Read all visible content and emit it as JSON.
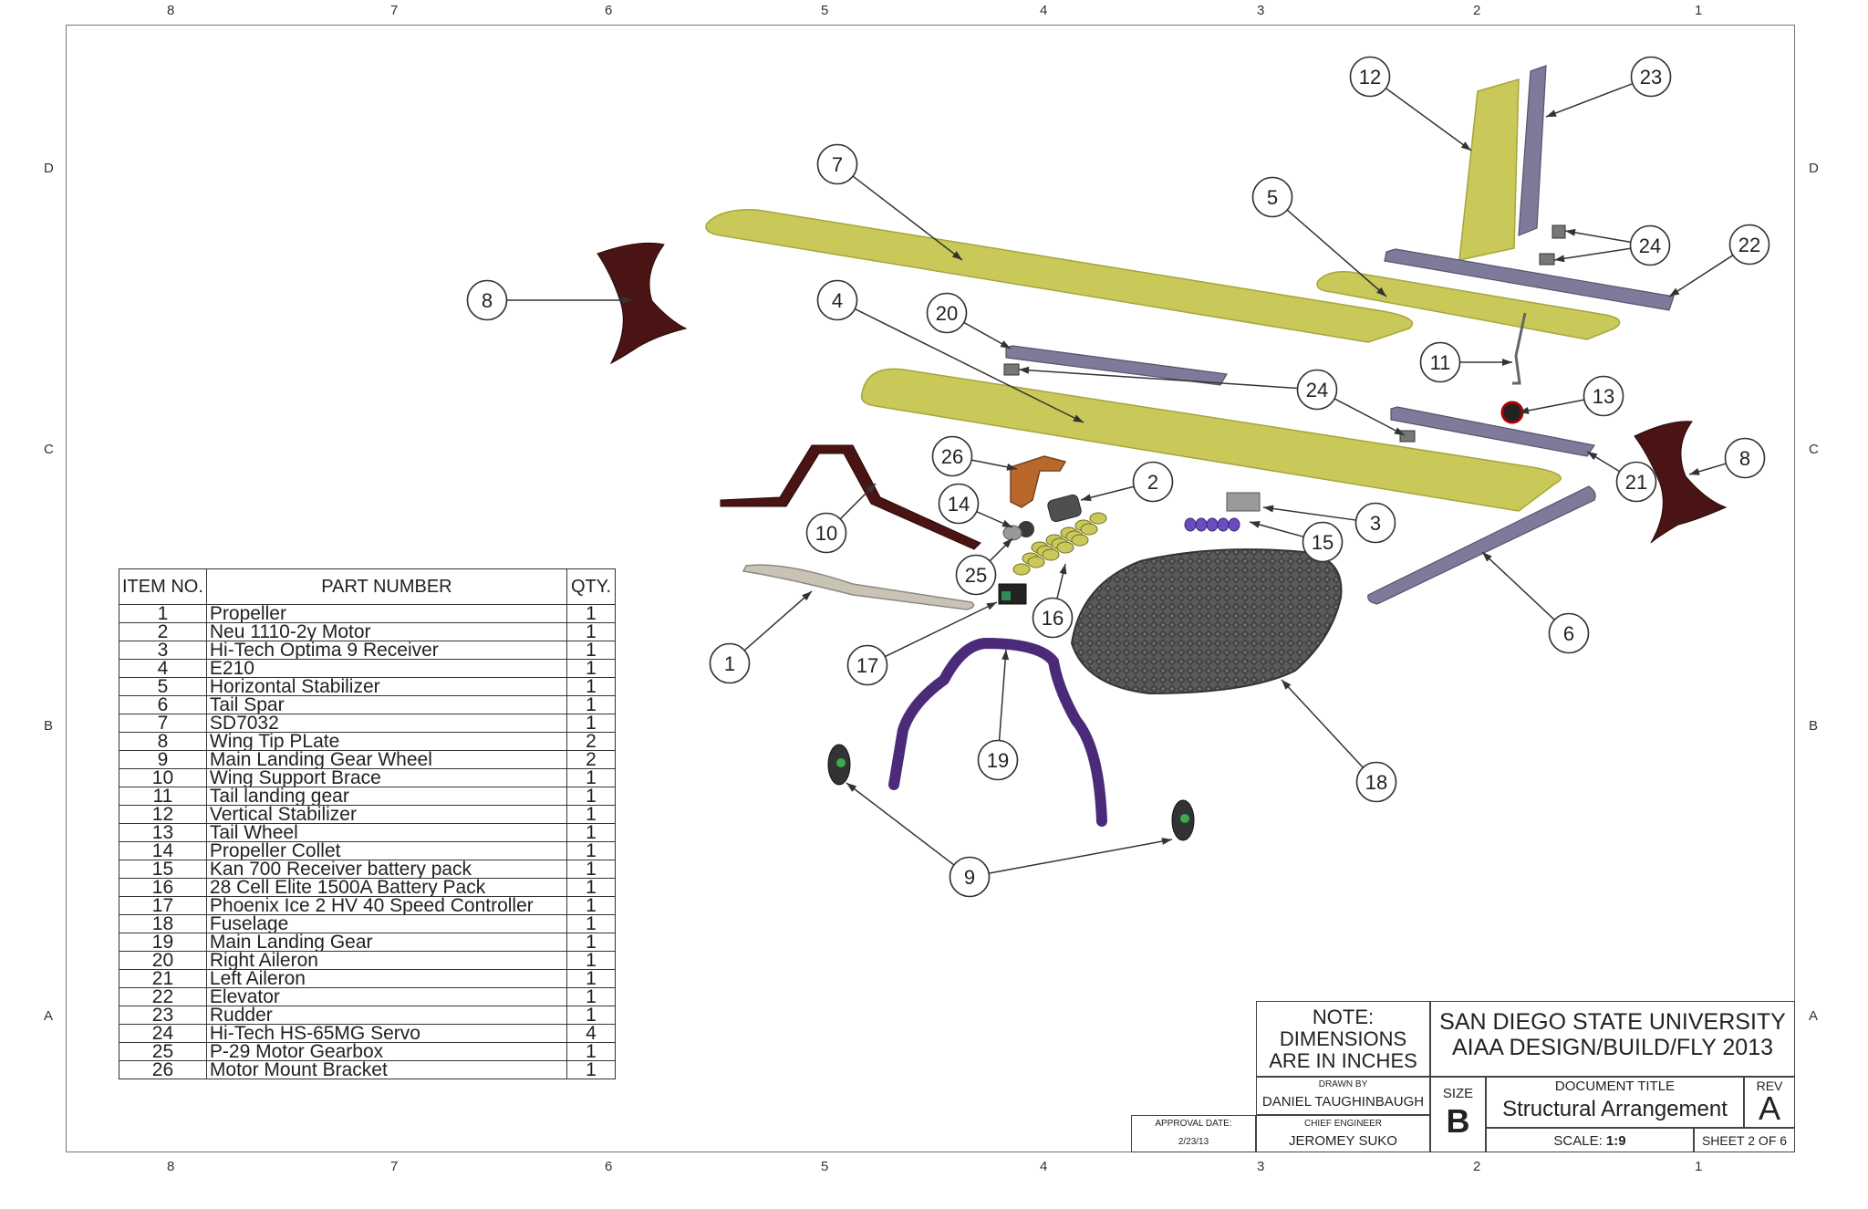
{
  "zones": {
    "top_columns": [
      "8",
      "7",
      "6",
      "5",
      "4",
      "3",
      "2",
      "1"
    ],
    "bottom_columns": [
      "8",
      "7",
      "6",
      "5",
      "4",
      "3",
      "2",
      "1"
    ],
    "left_rows": [
      "D",
      "C",
      "B",
      "A"
    ],
    "right_rows": [
      "D",
      "C",
      "B",
      "A"
    ]
  },
  "bom": {
    "headers": {
      "item_no": "ITEM NO.",
      "part_number": "PART NUMBER",
      "qty": "QTY."
    },
    "rows": [
      {
        "no": "1",
        "part": "Propeller",
        "qty": "1"
      },
      {
        "no": "2",
        "part": "Neu 1110-2y Motor",
        "qty": "1"
      },
      {
        "no": "3",
        "part": "Hi-Tech Optima 9 Receiver",
        "qty": "1"
      },
      {
        "no": "4",
        "part": "E210",
        "qty": "1"
      },
      {
        "no": "5",
        "part": "Horizontal Stabilizer",
        "qty": "1"
      },
      {
        "no": "6",
        "part": "Tail Spar",
        "qty": "1"
      },
      {
        "no": "7",
        "part": "SD7032",
        "qty": "1"
      },
      {
        "no": "8",
        "part": "Wing Tip PLate",
        "qty": "2"
      },
      {
        "no": "9",
        "part": "Main Landing Gear Wheel",
        "qty": "2"
      },
      {
        "no": "10",
        "part": "Wing Support Brace",
        "qty": "1"
      },
      {
        "no": "11",
        "part": "Tail landing gear",
        "qty": "1"
      },
      {
        "no": "12",
        "part": "Vertical Stabilizer",
        "qty": "1"
      },
      {
        "no": "13",
        "part": "Tail Wheel",
        "qty": "1"
      },
      {
        "no": "14",
        "part": "Propeller Collet",
        "qty": "1"
      },
      {
        "no": "15",
        "part": "Kan 700 Receiver battery pack",
        "qty": "1"
      },
      {
        "no": "16",
        "part": "28 Cell Elite 1500A Battery Pack",
        "qty": "1"
      },
      {
        "no": "17",
        "part": "Phoenix Ice 2 HV 40 Speed Controller",
        "qty": "1"
      },
      {
        "no": "18",
        "part": "Fuselage",
        "qty": "1"
      },
      {
        "no": "19",
        "part": "Main Landing Gear",
        "qty": "1"
      },
      {
        "no": "20",
        "part": "Right Aileron",
        "qty": "1"
      },
      {
        "no": "21",
        "part": "Left Aileron",
        "qty": "1"
      },
      {
        "no": "22",
        "part": "Elevator",
        "qty": "1"
      },
      {
        "no": "23",
        "part": "Rudder",
        "qty": "1"
      },
      {
        "no": "24",
        "part": "Hi-Tech HS-65MG Servo",
        "qty": "4"
      },
      {
        "no": "25",
        "part": "P-29 Motor Gearbox",
        "qty": "1"
      },
      {
        "no": "26",
        "part": "Motor Mount Bracket",
        "qty": "1"
      }
    ]
  },
  "callouts": [
    "1",
    "2",
    "3",
    "4",
    "5",
    "6",
    "7",
    "8",
    "8",
    "9",
    "10",
    "11",
    "12",
    "13",
    "14",
    "15",
    "16",
    "17",
    "18",
    "19",
    "20",
    "21",
    "22",
    "23",
    "24",
    "24",
    "25",
    "26"
  ],
  "title_block": {
    "note_line1": "NOTE:",
    "note_line2": "DIMENSIONS",
    "note_line3": "ARE IN INCHES",
    "org_line1": "SAN DIEGO STATE UNIVERSITY",
    "org_line2": "AIAA DESIGN/BUILD/FLY 2013",
    "drawn_by_label": "DRAWN BY",
    "drawn_by": "DANIEL TAUGHINBAUGH",
    "chief_engineer_label": "CHIEF ENGINEER",
    "chief_engineer": "JEROMEY SUKO",
    "approval_date_label": "APPROVAL DATE:",
    "approval_date": "2/23/13",
    "size_label": "SIZE",
    "size": "B",
    "doc_title_label": "DOCUMENT TITLE",
    "doc_title": "Structural Arrangement",
    "rev_label": "REV",
    "rev": "A",
    "scale_label": "SCALE:",
    "scale": "1:9",
    "sheet": "SHEET 2 OF 6"
  },
  "colors": {
    "wing": "#c9c95a",
    "wing_edge": "#a5a53c",
    "tip_plate": "#4a1414",
    "spar": "#7d7a9a",
    "fuselage": "#555555",
    "gear": "#4b2a7a",
    "bracket": "#b8682a"
  }
}
